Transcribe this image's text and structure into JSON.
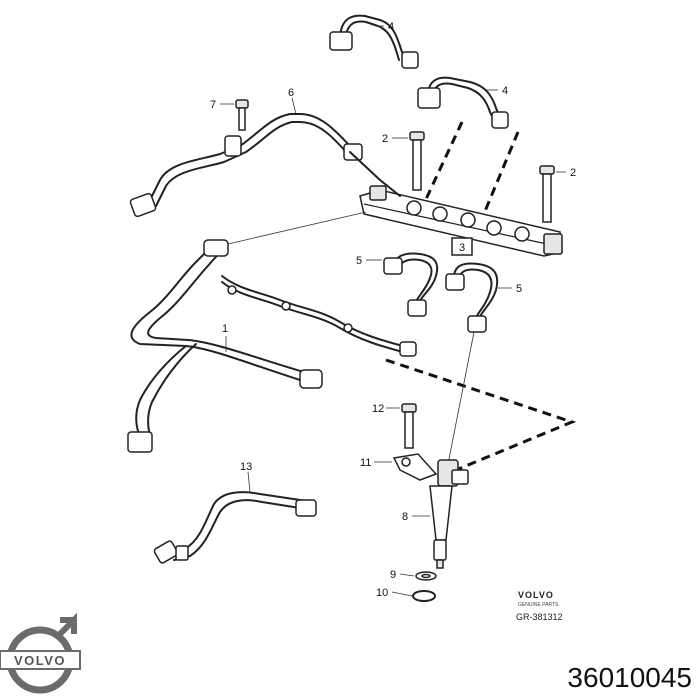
{
  "callouts": [
    "1",
    "2",
    "2",
    "3",
    "4",
    "4",
    "5",
    "5",
    "6",
    "7",
    "8",
    "9",
    "10",
    "11",
    "12",
    "13"
  ],
  "brand": {
    "logo_text": "VOLVO",
    "label_text": "VOLVO",
    "label_sub": "GENUINE PARTS",
    "ref_code": "GR-381312"
  },
  "part_number": "36010045"
}
